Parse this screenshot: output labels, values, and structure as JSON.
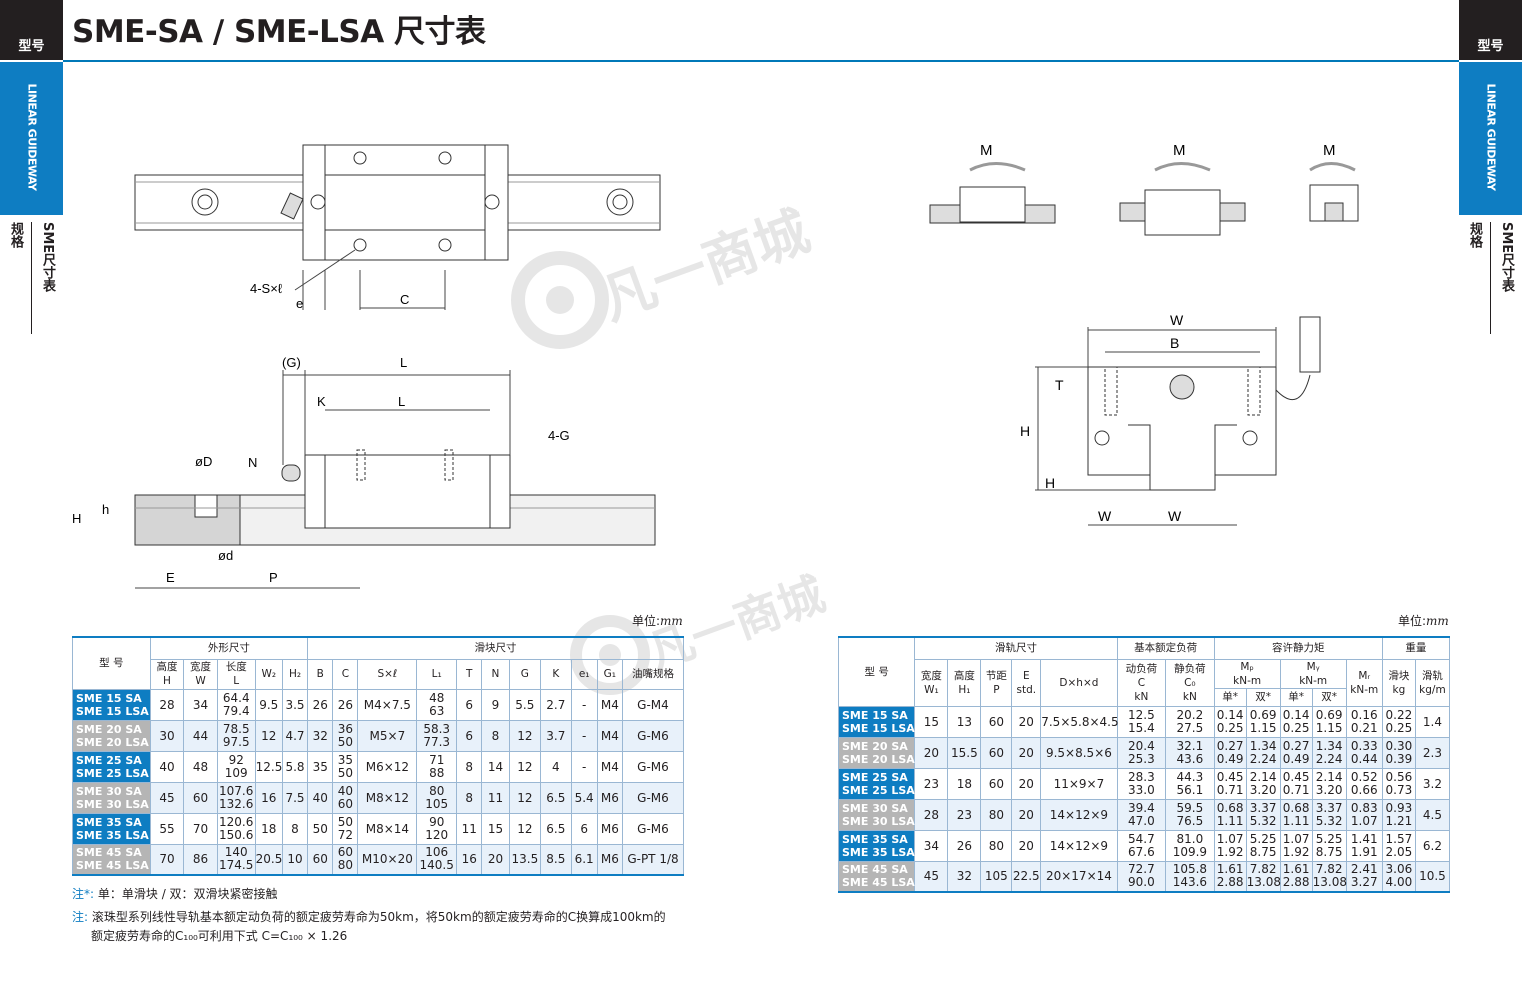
{
  "header": {
    "tag_left": "型号",
    "tag_right": "型号",
    "title": "SME-SA / SME-LSA 尺寸表"
  },
  "side": {
    "blue_label": "LINEAR GUIDEWAY",
    "label_a": "规格",
    "label_b": "SME尺寸表"
  },
  "watermark": "凡一商城",
  "drawing_labels": {
    "s_l": "4-S×ℓ",
    "e1": "e",
    "c": "C",
    "g": "(G)",
    "l": "L",
    "k": "K",
    "l1": "L",
    "g1": "4-G",
    "n": "N",
    "od": "øD",
    "h": "h",
    "h1": "H",
    "od_small": "ød",
    "e": "E",
    "p": "P",
    "mp": "M",
    "my": "M",
    "mr": "M",
    "w": "W",
    "b": "B",
    "t": "T",
    "hh": "H",
    "h2": "H",
    "w2": "W",
    "w1": "W"
  },
  "unit_label": "单位:",
  "unit_value": "mm",
  "left_table": {
    "group_outer": "外形尺寸",
    "group_slider": "滑块尺寸",
    "col_model": "型 号",
    "cols": [
      {
        "top": "高度",
        "sub": "H"
      },
      {
        "top": "宽度",
        "sub": "W"
      },
      {
        "top": "长度",
        "sub": "L"
      },
      {
        "top": "W₂",
        "sub": ""
      },
      {
        "top": "H₂",
        "sub": ""
      },
      {
        "top": "B",
        "sub": ""
      },
      {
        "top": "C",
        "sub": ""
      },
      {
        "top": "S×ℓ",
        "sub": ""
      },
      {
        "top": "L₁",
        "sub": ""
      },
      {
        "top": "T",
        "sub": ""
      },
      {
        "top": "N",
        "sub": ""
      },
      {
        "top": "G",
        "sub": ""
      },
      {
        "top": "K",
        "sub": ""
      },
      {
        "top": "e₁",
        "sub": ""
      },
      {
        "top": "G₁",
        "sub": ""
      },
      {
        "top": "油嘴规格",
        "sub": ""
      }
    ],
    "rows": [
      {
        "m1": "SME 15 SA",
        "m2": "SME 15 LSA",
        "H": "28",
        "W": "34",
        "L1v": "64.4",
        "L2v": "79.4",
        "W2": "9.5",
        "H2": "3.5",
        "B": "26",
        "C": "26",
        "S": "M4×7.5",
        "La": "48",
        "Lb": "63",
        "T": "6",
        "N": "9",
        "G": "5.5",
        "K": "2.7",
        "e1": "-",
        "G1": "M4",
        "oil": "G-M4"
      },
      {
        "m1": "SME 20 SA",
        "m2": "SME 20 LSA",
        "H": "30",
        "W": "44",
        "L1v": "78.5",
        "L2v": "97.5",
        "W2": "12",
        "H2": "4.7",
        "B": "32",
        "C1": "36",
        "C2": "50",
        "S": "M5×7",
        "La": "58.3",
        "Lb": "77.3",
        "T": "6",
        "N": "8",
        "G": "12",
        "K": "3.7",
        "e1": "-",
        "G1": "M4",
        "oil": "G-M6"
      },
      {
        "m1": "SME 25 SA",
        "m2": "SME 25 LSA",
        "H": "40",
        "W": "48",
        "L1v": "92",
        "L2v": "109",
        "W2": "12.5",
        "H2": "5.8",
        "B": "35",
        "C1": "35",
        "C2": "50",
        "S": "M6×12",
        "La": "71",
        "Lb": "88",
        "T": "8",
        "N": "14",
        "G": "12",
        "K": "4",
        "e1": "-",
        "G1": "M4",
        "oil": "G-M6"
      },
      {
        "m1": "SME 30 SA",
        "m2": "SME 30 LSA",
        "H": "45",
        "W": "60",
        "L1v": "107.6",
        "L2v": "132.6",
        "W2": "16",
        "H2": "7.5",
        "B": "40",
        "C1": "40",
        "C2": "60",
        "S": "M8×12",
        "La": "80",
        "Lb": "105",
        "T": "8",
        "N": "11",
        "G": "12",
        "K": "6.5",
        "e1": "5.4",
        "G1": "M6",
        "oil": "G-M6"
      },
      {
        "m1": "SME 35 SA",
        "m2": "SME 35 LSA",
        "H": "55",
        "W": "70",
        "L1v": "120.6",
        "L2v": "150.6",
        "W2": "18",
        "H2": "8",
        "B": "50",
        "C1": "50",
        "C2": "72",
        "S": "M8×14",
        "La": "90",
        "Lb": "120",
        "T": "11",
        "N": "15",
        "G": "12",
        "K": "6.5",
        "e1": "6",
        "G1": "M6",
        "oil": "G-M6"
      },
      {
        "m1": "SME 45 SA",
        "m2": "SME 45 LSA",
        "H": "70",
        "W": "86",
        "L1v": "140",
        "L2v": "174.5",
        "W2": "20.5",
        "H2": "10",
        "B": "60",
        "C1": "60",
        "C2": "80",
        "S": "M10×20",
        "La": "106",
        "Lb": "140.5",
        "T": "16",
        "N": "20",
        "G": "13.5",
        "K": "8.5",
        "e1": "6.1",
        "G1": "M6",
        "oil": "G-PT 1/8"
      }
    ]
  },
  "right_table": {
    "group_rail": "滑轨尺寸",
    "group_load": "基本额定负荷",
    "group_moment": "容许静力矩",
    "group_weight": "重量",
    "col_model": "型 号",
    "rail_cols": [
      {
        "top": "宽度",
        "sub": "W₁"
      },
      {
        "top": "高度",
        "sub": "H₁"
      },
      {
        "top": "节距",
        "sub": "P"
      },
      {
        "top": "E",
        "sub": "std."
      },
      {
        "top": "D×h×d",
        "sub": ""
      }
    ],
    "load_cols": [
      {
        "top": "动负荷",
        "mid": "C",
        "sub": "kN"
      },
      {
        "top": "静负荷",
        "mid": "C₀",
        "sub": "kN"
      }
    ],
    "mp": {
      "top": "Mₚ",
      "sub": "kN-m"
    },
    "my": {
      "top": "Mᵧ",
      "sub": "kN-m"
    },
    "mr": {
      "top": "Mᵣ",
      "sub": "kN-m"
    },
    "single": "单*",
    "double": "双*",
    "w_block": {
      "top": "滑块",
      "sub": "kg"
    },
    "w_rail": {
      "top": "滑轨",
      "sub": "kg/m"
    },
    "rows": [
      {
        "m1": "SME 15 SA",
        "m2": "SME 15 LSA",
        "W1": "15",
        "H1": "13",
        "P": "60",
        "E": "20",
        "D": "7.5×5.8×4.5",
        "C1": "12.5",
        "C2": "15.4",
        "Co1": "20.2",
        "Co2": "27.5",
        "mps1": "0.14",
        "mps2": "0.25",
        "mpd1": "0.69",
        "mpd2": "1.15",
        "mys1": "0.14",
        "mys2": "0.25",
        "myd1": "0.69",
        "myd2": "1.15",
        "mr1": "0.16",
        "mr2": "0.21",
        "wb1": "0.22",
        "wb2": "0.25",
        "wr": "1.4"
      },
      {
        "m1": "SME 20 SA",
        "m2": "SME 20 LSA",
        "W1": "20",
        "H1": "15.5",
        "P": "60",
        "E": "20",
        "D": "9.5×8.5×6",
        "C1": "20.4",
        "C2": "25.3",
        "Co1": "32.1",
        "Co2": "43.6",
        "mps1": "0.27",
        "mps2": "0.49",
        "mpd1": "1.34",
        "mpd2": "2.24",
        "mys1": "0.27",
        "mys2": "0.49",
        "myd1": "1.34",
        "myd2": "2.24",
        "mr1": "0.33",
        "mr2": "0.44",
        "wb1": "0.30",
        "wb2": "0.39",
        "wr": "2.3"
      },
      {
        "m1": "SME 25 SA",
        "m2": "SME 25 LSA",
        "W1": "23",
        "H1": "18",
        "P": "60",
        "E": "20",
        "D": "11×9×7",
        "C1": "28.3",
        "C2": "33.0",
        "Co1": "44.3",
        "Co2": "56.1",
        "mps1": "0.45",
        "mps2": "0.71",
        "mpd1": "2.14",
        "mpd2": "3.20",
        "mys1": "0.45",
        "mys2": "0.71",
        "myd1": "2.14",
        "myd2": "3.20",
        "mr1": "0.52",
        "mr2": "0.66",
        "wb1": "0.56",
        "wb2": "0.73",
        "wr": "3.2"
      },
      {
        "m1": "SME 30 SA",
        "m2": "SME 30 LSA",
        "W1": "28",
        "H1": "23",
        "P": "80",
        "E": "20",
        "D": "14×12×9",
        "C1": "39.4",
        "C2": "47.0",
        "Co1": "59.5",
        "Co2": "76.5",
        "mps1": "0.68",
        "mps2": "1.11",
        "mpd1": "3.37",
        "mpd2": "5.32",
        "mys1": "0.68",
        "mys2": "1.11",
        "myd1": "3.37",
        "myd2": "5.32",
        "mr1": "0.83",
        "mr2": "1.07",
        "wb1": "0.93",
        "wb2": "1.21",
        "wr": "4.5"
      },
      {
        "m1": "SME 35 SA",
        "m2": "SME 35 LSA",
        "W1": "34",
        "H1": "26",
        "P": "80",
        "E": "20",
        "D": "14×12×9",
        "C1": "54.7",
        "C2": "67.6",
        "Co1": "81.0",
        "Co2": "109.9",
        "mps1": "1.07",
        "mps2": "1.92",
        "mpd1": "5.25",
        "mpd2": "8.75",
        "mys1": "1.07",
        "mys2": "1.92",
        "myd1": "5.25",
        "myd2": "8.75",
        "mr1": "1.41",
        "mr2": "1.91",
        "wb1": "1.57",
        "wb2": "2.05",
        "wr": "6.2"
      },
      {
        "m1": "SME 45 SA",
        "m2": "SME 45 LSA",
        "W1": "45",
        "H1": "32",
        "P": "105",
        "E": "22.5",
        "D": "20×17×14",
        "C1": "72.7",
        "C2": "90.0",
        "Co1": "105.8",
        "Co2": "143.6",
        "mps1": "1.61",
        "mps2": "2.88",
        "mpd1": "7.82",
        "mpd2": "13.08",
        "mys1": "1.61",
        "mys2": "2.88",
        "myd1": "7.82",
        "myd2": "13.08",
        "mr1": "2.41",
        "mr2": "3.27",
        "wb1": "3.06",
        "wb2": "4.00",
        "wr": "10.5"
      }
    ]
  },
  "notes": {
    "n1_mark": "注*:",
    "n1_text": "单：单滑块 / 双：双滑块紧密接触",
    "n2_mark": "注:",
    "n2_text": "滚珠型系列线性导轨基本额定动负荷的额定疲劳寿命为50km，将50km的额定疲劳寿命的C换算成100km的",
    "n3_text": "额定疲劳寿命的C₁₀₀可利用下式 C=C₁₀₀ × 1.26"
  }
}
